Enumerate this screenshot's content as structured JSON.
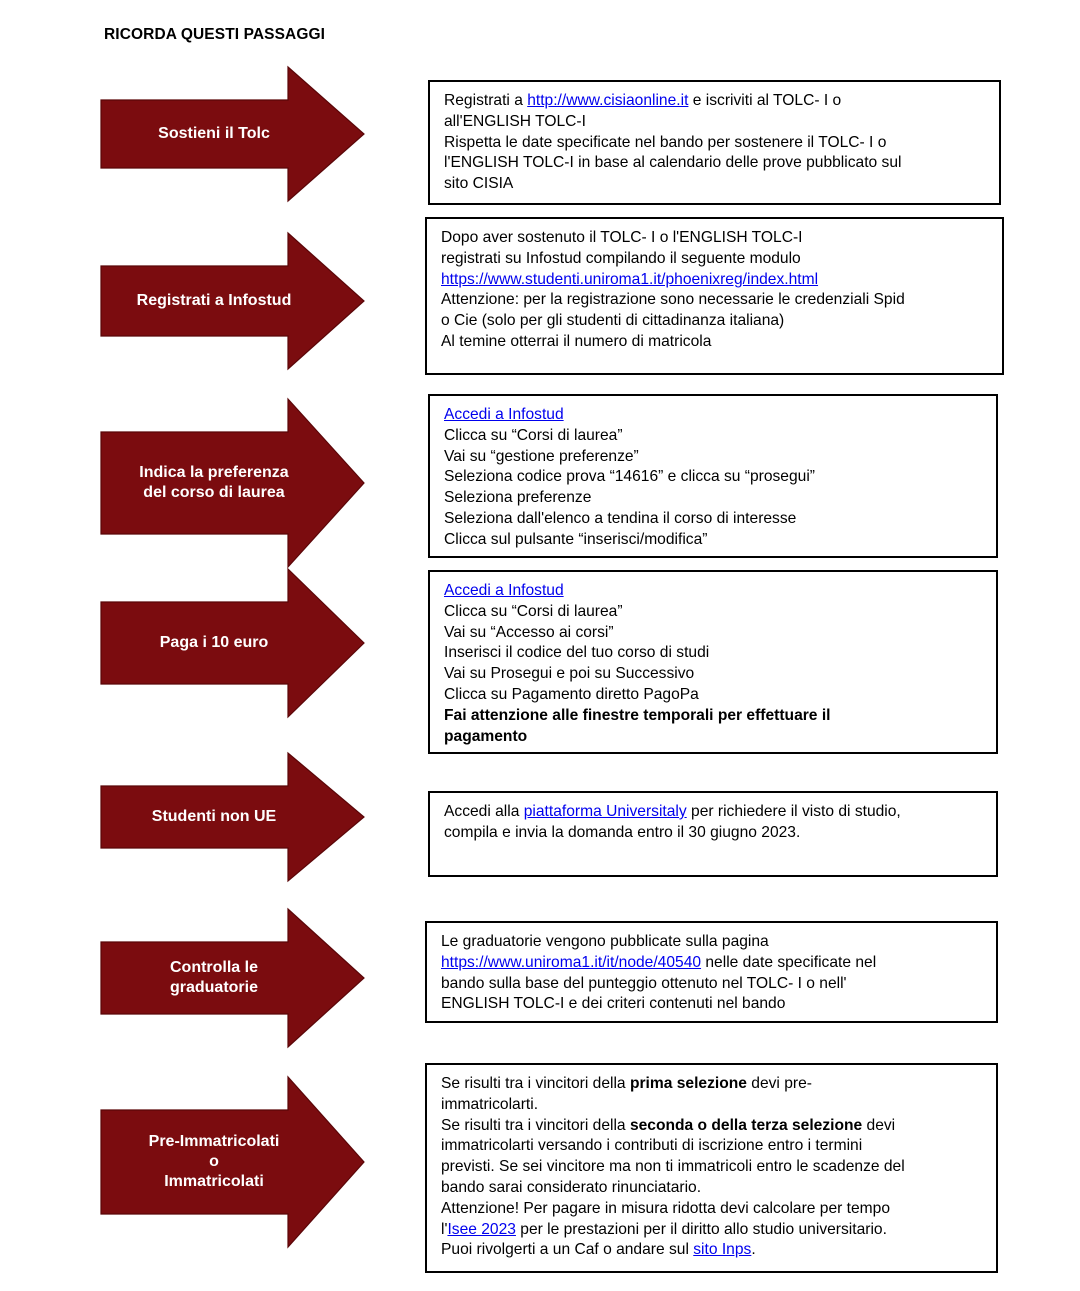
{
  "title": "RICORDA QUESTI PASSAGGI",
  "colors": {
    "arrow_fill": "#7b0c0f",
    "arrow_stroke": "#ffffff",
    "link": "#0000ee"
  },
  "steps": [
    {
      "label": [
        "Sostieni il Tolc"
      ],
      "lines": [
        {
          "a": "Registrati a ",
          "link": "http://www.cisiaonline.it",
          "b": " e iscriviti al TOLC- I o"
        },
        {
          "a": "all'ENGLISH TOLC-I"
        },
        {
          "a": "Rispetta le date specificate nel bando per sostenere il TOLC- I o"
        },
        {
          "a": "l'ENGLISH TOLC-I in base al calendario delle prove pubblicato sul"
        },
        {
          "a": "sito CISIA"
        }
      ]
    },
    {
      "label": [
        "Registrati a Infostud"
      ],
      "lines": [
        {
          "a": "Dopo aver sostenuto il TOLC- I o l'ENGLISH TOLC-I"
        },
        {
          "a": "registrati su Infostud compilando il seguente modulo"
        },
        {
          "link": "https://www.studenti.uniroma1.it/phoenixreg/index.html"
        },
        {
          "a": "Attenzione: per la registrazione sono necessarie le credenziali Spid"
        },
        {
          "a": "o Cie (solo per gli studenti di cittadinanza italiana)"
        },
        {
          "a": "Al temine otterrai il numero di matricola"
        }
      ]
    },
    {
      "label": [
        "Indica la preferenza",
        "del corso di laurea"
      ],
      "lines": [
        {
          "link": "Accedi a Infostud"
        },
        {
          "a": "Clicca su “Corsi di laurea”"
        },
        {
          "a": "Vai su “gestione preferenze”"
        },
        {
          "a": "Seleziona codice prova “14616” e clicca su “prosegui”"
        },
        {
          "a": "Seleziona preferenze"
        },
        {
          "a": "Seleziona dall'elenco a tendina il corso di interesse"
        },
        {
          "a": "Clicca sul pulsante “inserisci/modifica”"
        }
      ]
    },
    {
      "label": [
        "Paga i 10 euro"
      ],
      "lines": [
        {
          "link": "Accedi a Infostud"
        },
        {
          "a": "Clicca su “Corsi di laurea”"
        },
        {
          "a": "Vai su “Accesso ai corsi”"
        },
        {
          "a": "Inserisci il codice del tuo corso di studi"
        },
        {
          "a": "Vai su Prosegui e poi su Successivo"
        },
        {
          "a": "Clicca su Pagamento diretto PagoPa"
        },
        {
          "bold": "Fai attenzione alle finestre temporali per effettuare il"
        },
        {
          "bold": "pagamento"
        }
      ]
    },
    {
      "label": [
        "Studenti non UE"
      ],
      "lines": [
        {
          "a": "Accedi alla ",
          "link": "piattaforma Universitaly",
          "b": " per richiedere il visto di studio,"
        },
        {
          "a": "compila e invia la domanda entro il 30 giugno 2023."
        }
      ]
    },
    {
      "label": [
        "Controlla le",
        "graduatorie"
      ],
      "lines": [
        {
          "a": "Le graduatorie vengono pubblicate sulla pagina"
        },
        {
          "link": "https://www.uniroma1.it/it/node/40540",
          "b": " nelle date specificate nel"
        },
        {
          "a": "bando sulla base del punteggio ottenuto nel TOLC- I o nell'"
        },
        {
          "a": "ENGLISH TOLC-I e dei criteri contenuti nel bando"
        }
      ]
    },
    {
      "label": [
        "Pre-Immatricolati",
        "o",
        "Immatricolati"
      ],
      "lines": [
        {
          "a": "Se risulti tra i vincitori della ",
          "bold": "prima selezione",
          "b": " devi pre-"
        },
        {
          "a": "immatricolarti."
        },
        {
          "a": "Se risulti tra i vincitori della ",
          "bold": "seconda o della terza selezione",
          "b": " devi"
        },
        {
          "a": "immatricolarti versando i contributi di iscrizione entro i termini"
        },
        {
          "a": "previsti. Se sei vincitore ma non ti immatricoli entro le scadenze del"
        },
        {
          "a": "bando sarai considerato rinunciatario."
        },
        {
          "a": "Attenzione! Per pagare in misura ridotta devi calcolare per tempo"
        },
        {
          "a": "l'",
          "link": "Isee 2023",
          "b": " per le prestazioni per il diritto allo studio universitario."
        },
        {
          "a": "Puoi rivolgerti a un Caf o andare sul ",
          "link": "sito Inps",
          "b": "."
        }
      ]
    }
  ]
}
